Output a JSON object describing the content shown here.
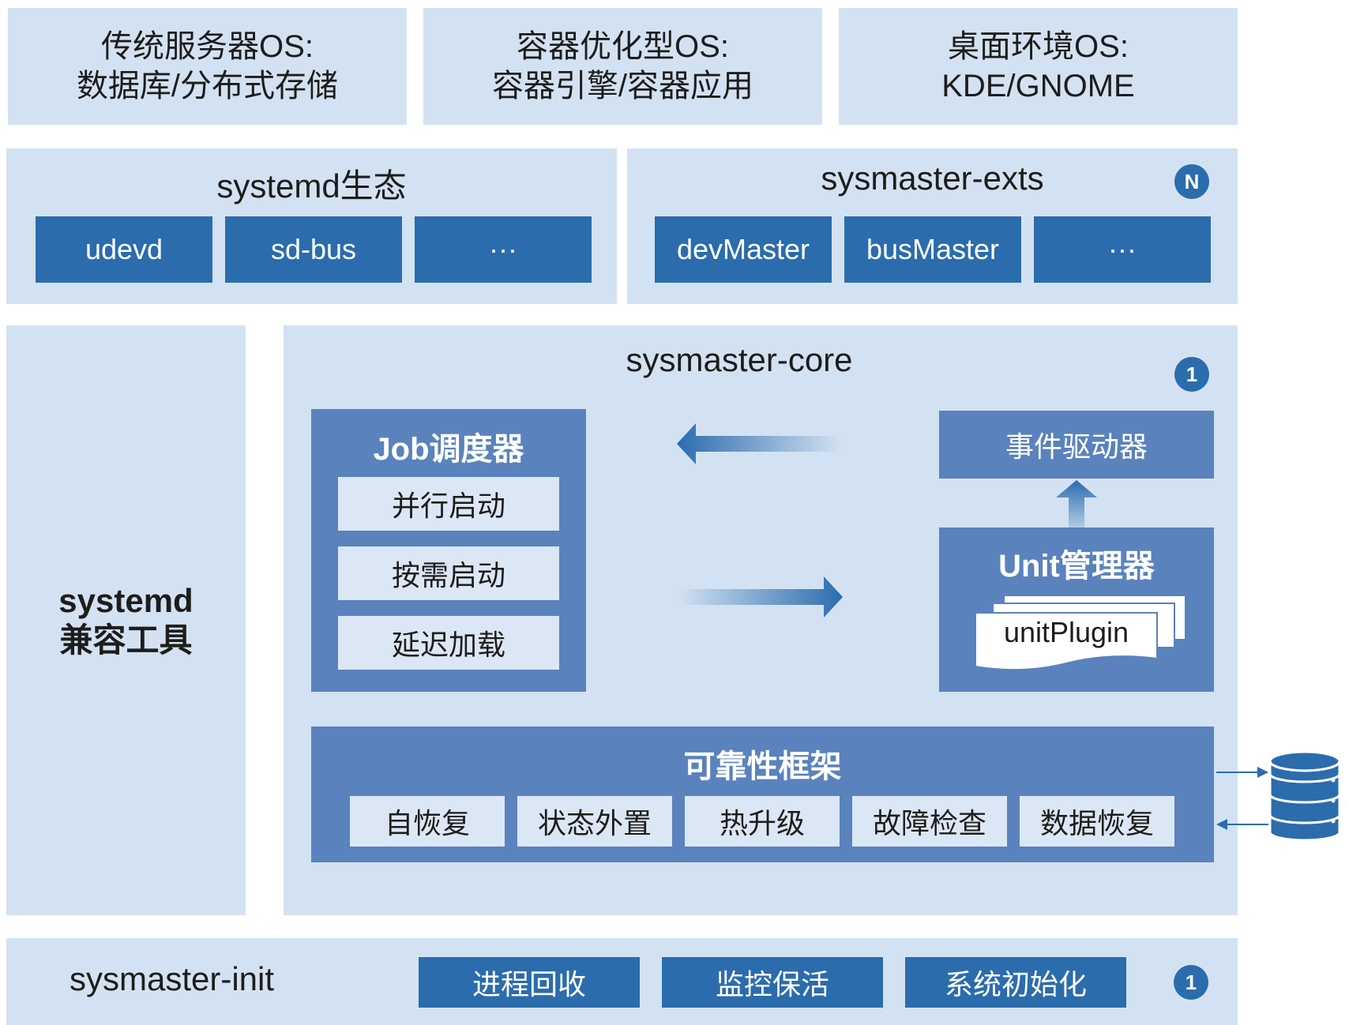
{
  "top_os": [
    {
      "title": "传统服务器OS:\n数据库/分布式存储"
    },
    {
      "title": "容器优化型OS:\n容器引擎/容器应用"
    },
    {
      "title": "桌面环境OS:\nKDE/GNOME"
    }
  ],
  "systemd_eco": {
    "title": "systemd生态",
    "items": [
      "udevd",
      "sd-bus",
      "···"
    ]
  },
  "sysmaster_exts": {
    "title": "sysmaster-exts",
    "badge": "N",
    "items": [
      "devMaster",
      "busMaster",
      "···"
    ]
  },
  "systemd_compat": {
    "title": "systemd\n兼容工具"
  },
  "sysmaster_core": {
    "title": "sysmaster-core",
    "badge": "1",
    "job_scheduler": {
      "title": "Job调度器",
      "items": [
        "并行启动",
        "按需启动",
        "延迟加载"
      ]
    },
    "event_driver": "事件驱动器",
    "unit_manager": {
      "title": "Unit管理器",
      "plugin": "unitPlugin"
    },
    "reliability": {
      "title": "可靠性框架",
      "items": [
        "自恢复",
        "状态外置",
        "热升级",
        "故障检查",
        "数据恢复"
      ]
    }
  },
  "sysmaster_init": {
    "title": "sysmaster-init",
    "badge": "1",
    "items": [
      "进程回收",
      "监控保活",
      "系统初始化"
    ]
  },
  "colors": {
    "light": "#d3e2f2",
    "dark": "#2b6cad",
    "mid": "#5a82bd"
  }
}
